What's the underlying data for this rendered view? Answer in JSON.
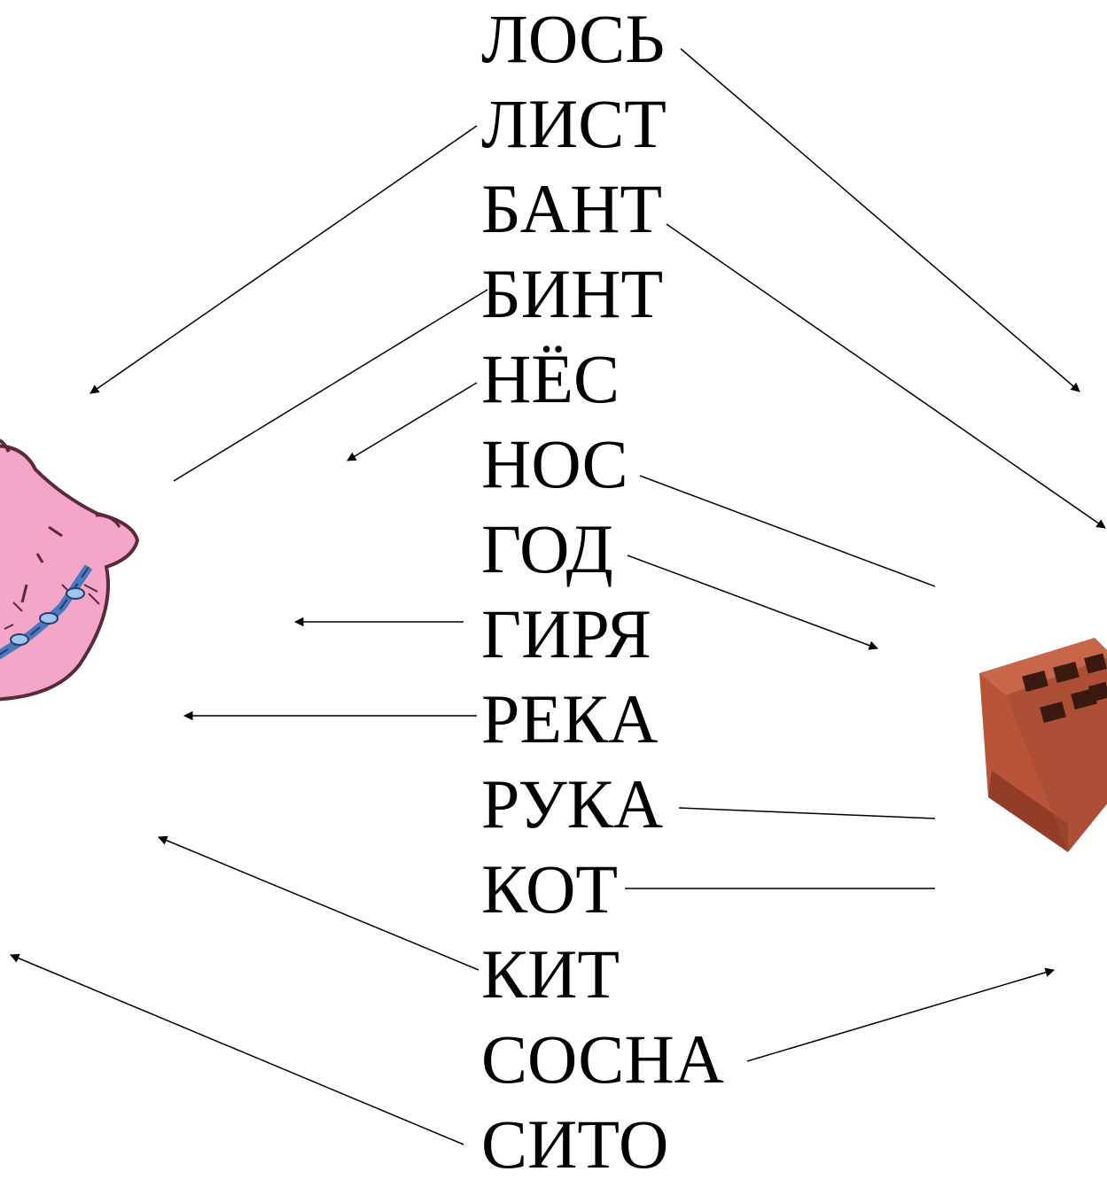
{
  "words": [
    {
      "text": "ЛОСЬ"
    },
    {
      "text": "ЛИСТ"
    },
    {
      "text": "БАНТ"
    },
    {
      "text": "БИНТ"
    },
    {
      "text": "НЁС"
    },
    {
      "text": "НОС"
    },
    {
      "text": "ГОД"
    },
    {
      "text": "ГИРЯ"
    },
    {
      "text": "РЕКА"
    },
    {
      "text": "РУКА"
    },
    {
      "text": "КОТ"
    },
    {
      "text": "КИТ"
    },
    {
      "text": "СОСНА"
    },
    {
      "text": "СИТО"
    }
  ],
  "pictures": {
    "left": {
      "icon": "pillow-icon",
      "fill": "#f4a6c8",
      "outline": "#5a2a3a",
      "stitch": "#4a78c0"
    },
    "right": {
      "icon": "brick-icon",
      "fill": "#b8543a",
      "dark": "#7a2e1c",
      "top": "#c8664a"
    }
  },
  "colors": {
    "text": "#000000",
    "line": "#000000",
    "background": "#ffffff"
  }
}
